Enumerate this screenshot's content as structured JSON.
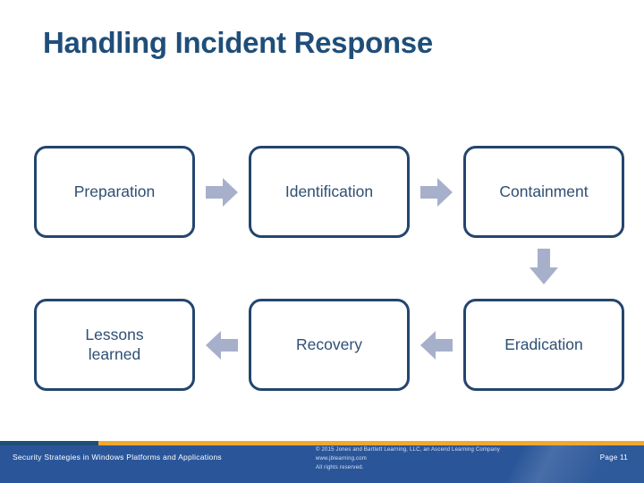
{
  "slide": {
    "title": "Handling Incident Response",
    "title_color": "#1F4E79",
    "background_color": "#FFFFFF"
  },
  "diagram": {
    "type": "process-cycle",
    "box_border_color": "#24456E",
    "box_text_color": "#2E4F73",
    "arrow_color": "#A7B0CB",
    "rows": [
      {
        "direction": "left-to-right",
        "boxes": [
          {
            "id": "preparation",
            "label": "Preparation"
          },
          {
            "id": "identification",
            "label": "Identification"
          },
          {
            "id": "containment",
            "label": "Containment"
          }
        ]
      },
      {
        "direction": "right-to-left",
        "boxes": [
          {
            "id": "lessons-learned",
            "label": "Lessons\nlearned",
            "line1": "Lessons",
            "line2": "learned"
          },
          {
            "id": "recovery",
            "label": "Recovery"
          },
          {
            "id": "eradication",
            "label": "Eradication"
          }
        ]
      }
    ],
    "arrows": [
      {
        "id": "prep-to-ident",
        "direction": "right"
      },
      {
        "id": "ident-to-cont",
        "direction": "right"
      },
      {
        "id": "cont-to-erad",
        "direction": "down"
      },
      {
        "id": "erad-to-recov",
        "direction": "left"
      },
      {
        "id": "recov-to-less",
        "direction": "left"
      }
    ]
  },
  "footer": {
    "course_title": "Security Strategies in Windows Platforms and Applications",
    "copyright_line1": "© 2015 Jones and Bartlett Learning, LLC, an Ascend Learning Company",
    "copyright_line2": "www.jblearning.com",
    "copyright_line3": "All rights reserved.",
    "page_number": "Page 11",
    "bar_color": "#2A5699",
    "stripe_left_color": "#1F4E79",
    "stripe_right_color": "#F2A72E"
  }
}
